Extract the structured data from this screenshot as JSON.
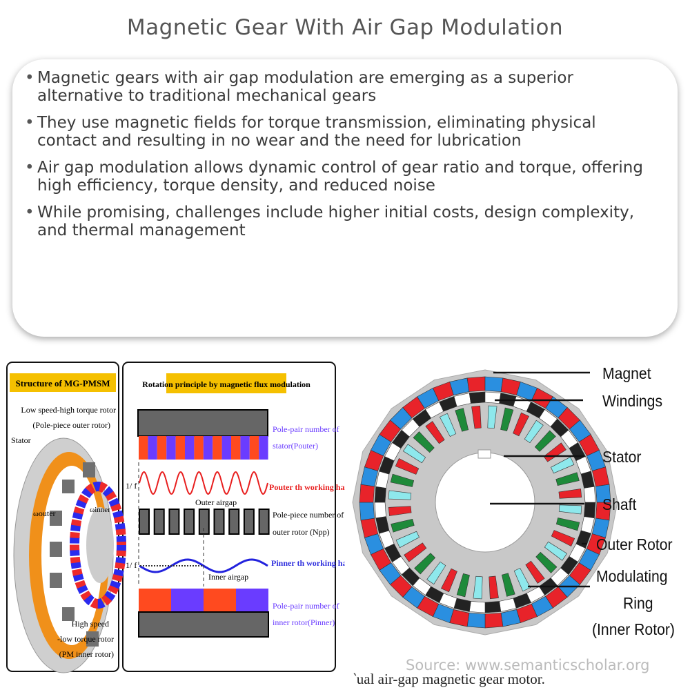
{
  "title": "Magnetic Gear With Air Gap Modulation",
  "bullets": [
    "Magnetic gears with air gap modulation are emerging as a superior alternative to traditional mechanical gears",
    "They use magnetic fields for torque transmission, eliminating physical contact and resulting in no wear and the need for lubrication",
    "Air gap modulation allows dynamic control of gear ratio and torque, offering high efficiency, torque density, and reduced noise",
    "While promising, challenges include higher initial costs, design complexity, and thermal management"
  ],
  "left_figure": {
    "structure_title": "Structure of MG-PMSM",
    "low_speed_rotor": "Low speed-high torque rotor",
    "low_speed_rotor_sub": "(Pole-piece outer rotor)",
    "stator": "Stator",
    "omega_outer": "ωouter",
    "omega_inner": "ωinner",
    "high_speed_1": "High speed",
    "high_speed_2": "-low torque rotor",
    "high_speed_3": "(PM inner rotor)",
    "principle_title": "Rotation principle by magnetic flux modulation",
    "pole_pair_stator_1": "Pole-pair number of",
    "pole_pair_stator_2": "stator(Pouter)",
    "outer_harmonic": "Pouter th working harmonic",
    "outer_airgap": "Outer airgap",
    "pole_piece_1": "Pole-piece number of",
    "pole_piece_2": "outer rotor (Npp)",
    "inner_harmonic": "Pinner th working harmonic",
    "inner_airgap": "Inner airgap",
    "pole_pair_inner_1": "Pole-pair number of",
    "pole_pair_inner_2": "inner rotor(Pinner)",
    "period_label": "1/ f",
    "colors": {
      "banner": "#f5c000",
      "red": "#ff4a1f",
      "blue": "#6a3cff",
      "gray": "#666666",
      "orange": "#f0901a"
    }
  },
  "right_figure": {
    "labels": [
      "Magnet",
      "Windings",
      "Stator",
      "Shaft",
      "Outer Rotor",
      "Modulating",
      "Ring",
      "(Inner Rotor)"
    ],
    "caption": "‵ual air-gap magnetic gear motor.",
    "colors": {
      "red": "#e8232a",
      "blue": "#2a8fe0",
      "green": "#1e8a3a",
      "cyan": "#8ee8ec",
      "stator": "#c8c8c8"
    }
  },
  "source": "Source: www.semanticscholar.org"
}
